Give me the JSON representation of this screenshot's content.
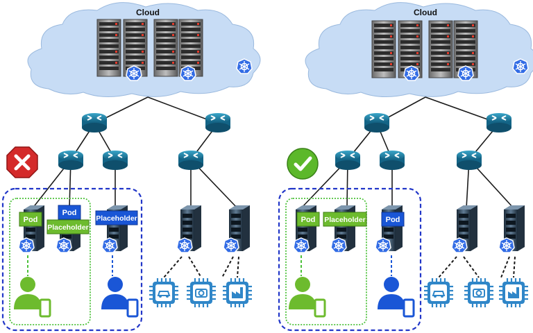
{
  "left_panel": {
    "cloud_label": "Cloud",
    "status": "error",
    "pod_green": "Pod",
    "pod_blue": "Pod",
    "placeholder_green": "Placeholder",
    "placeholder_blue": "Placeholder"
  },
  "right_panel": {
    "cloud_label": "Cloud",
    "status": "success",
    "pod_green": "Pod",
    "placeholder_green": "Placeholder",
    "pod_blue": "Pod"
  },
  "icons": {
    "router": "router-icon",
    "server_rack": "server-rack-icon",
    "edge_server": "edge-server-icon",
    "kubernetes": "kubernetes-icon",
    "user_green": "user-with-phone-icon",
    "user_blue": "user-with-phone-icon",
    "car_chip": "car-chip-icon",
    "camera_chip": "camera-chip-icon",
    "factory_chip": "factory-chip-icon",
    "error": "error-x-icon",
    "success": "success-check-icon"
  },
  "colors": {
    "cloud": "#c7dcf5",
    "router": "#1d7fa3",
    "green": "#6dbb2e",
    "blue": "#1a56d6",
    "k8s": "#326ce5",
    "error": "#d42a2a",
    "success": "#5cb82a"
  }
}
